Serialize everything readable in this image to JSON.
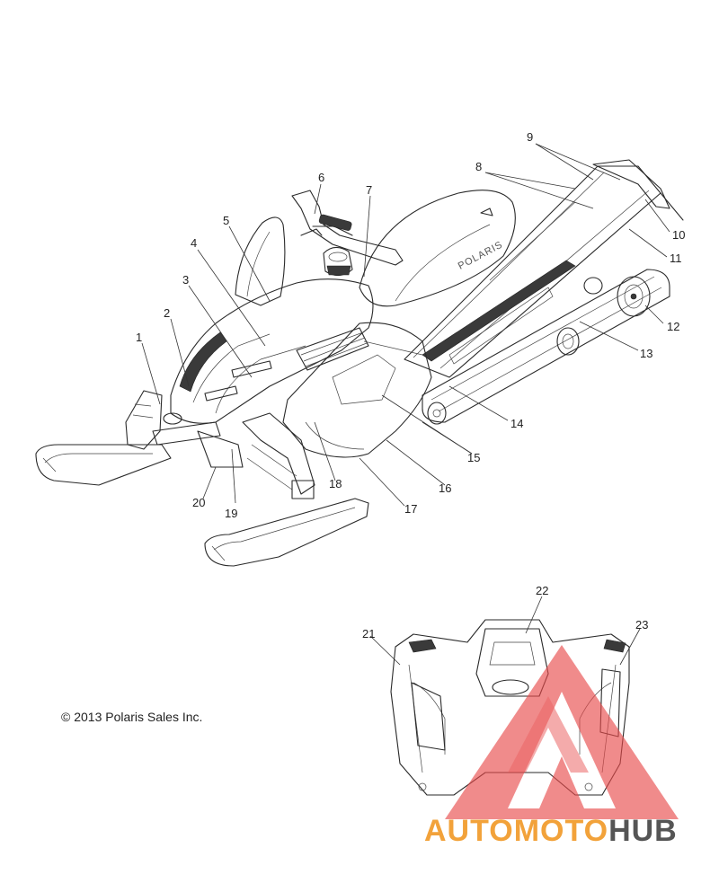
{
  "diagram": {
    "callouts": [
      "1",
      "2",
      "3",
      "4",
      "5",
      "6",
      "7",
      "8",
      "9",
      "10",
      "11",
      "12",
      "13",
      "14",
      "15",
      "16",
      "17",
      "18",
      "19",
      "20",
      "21",
      "22",
      "23"
    ],
    "copyright": "© 2013 Polaris Sales Inc.",
    "seat_brand": "POLARIS"
  },
  "watermark": {
    "part1": "AUTOMOTO",
    "part2": "HUB",
    "color_primary": "#f2a23a",
    "color_secondary": "#555555",
    "triangle_color": "#e84a4a"
  }
}
